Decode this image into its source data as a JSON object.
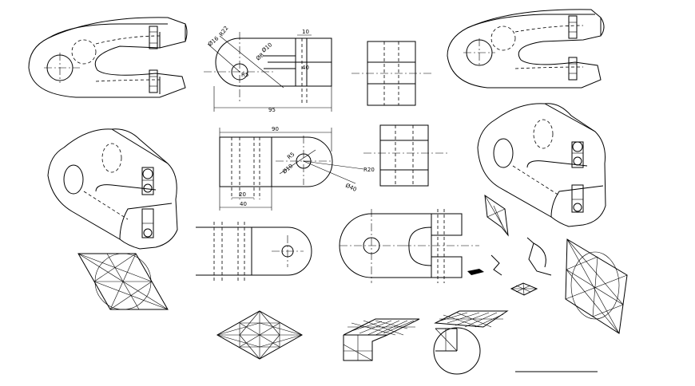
{
  "drawing": {
    "stroke_color": "#000000",
    "background_color": "#ffffff"
  },
  "dims_top": {
    "width_total": "95",
    "slot_width": "10",
    "slot_depth": "40",
    "r_outer": "R22",
    "d_hole1": "Ø16",
    "d_hole2": "Ø8",
    "r_small": "R5",
    "d_small": "Ø10"
  },
  "dims_mid": {
    "width_total": "90",
    "r_label": "R20",
    "d_large": "Ø40",
    "d_hole": "Ø10",
    "r_hole": "R5",
    "inner_w": "20",
    "inner_total": "40"
  }
}
